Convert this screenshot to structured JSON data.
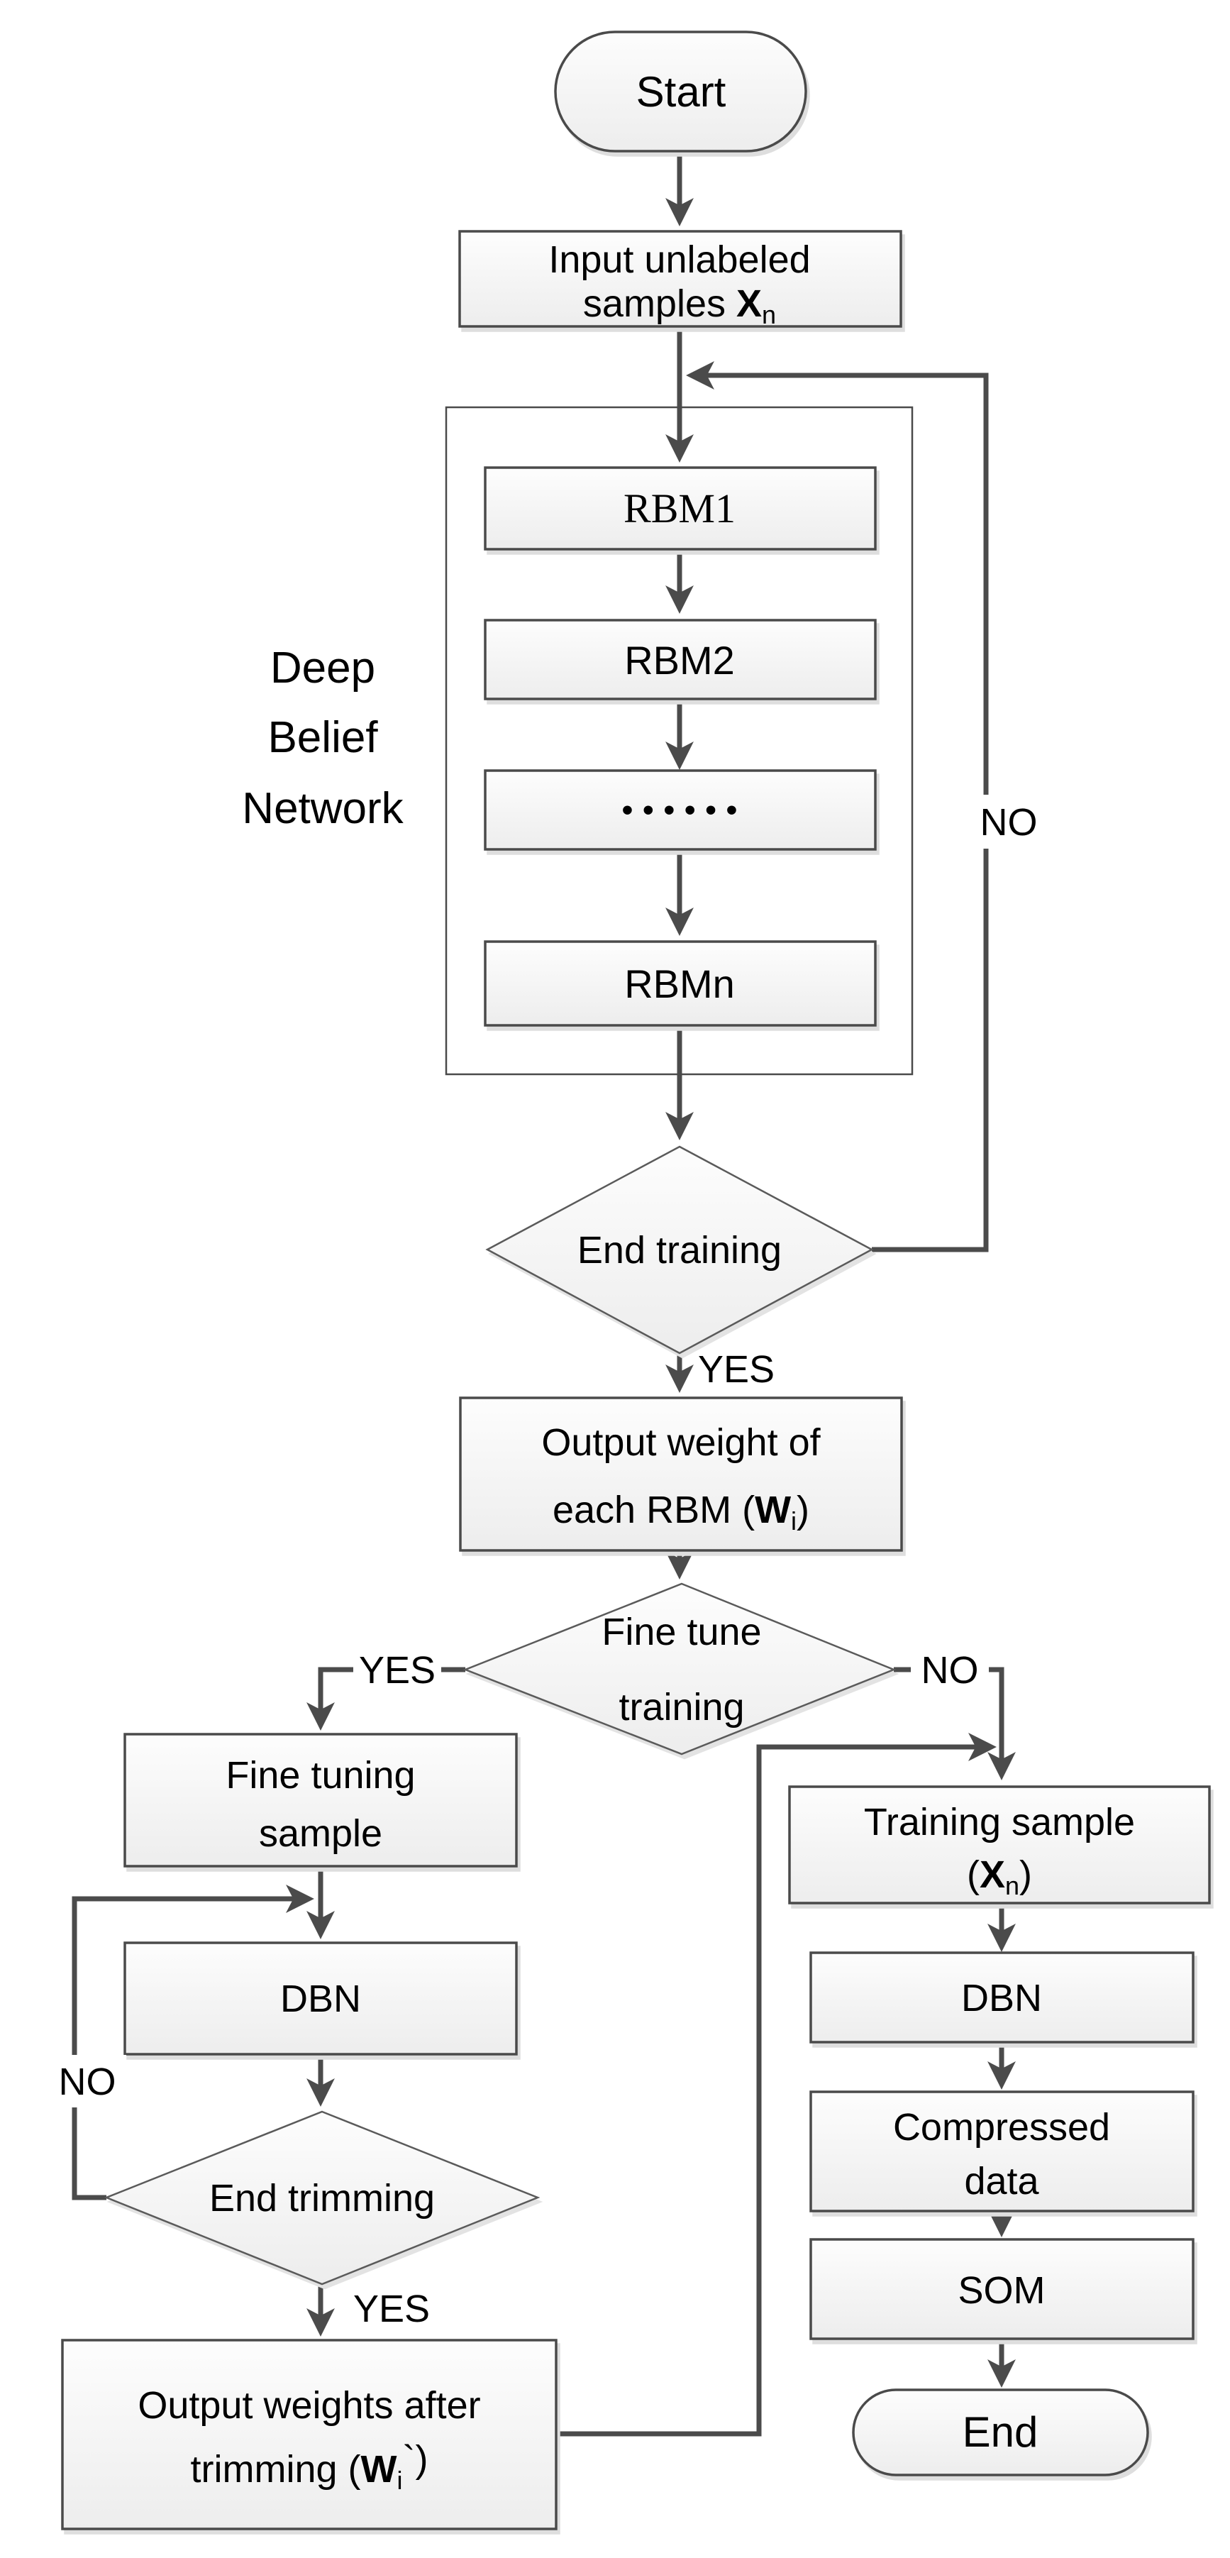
{
  "diagram": {
    "type": "flowchart",
    "title": "DBN-SOM training flowchart",
    "nodes": {
      "start": {
        "label": "Start"
      },
      "input_samples": {
        "line1": "Input unlabeled",
        "line2": {
          "prefix": "samples ",
          "var": "X",
          "sub": "n",
          "suffix": ""
        }
      },
      "dbn_group_label": {
        "line1": "Deep",
        "line2": "Belief",
        "line3": "Network"
      },
      "rbm1": {
        "label": "RBM1"
      },
      "rbm2": {
        "label": "RBM2"
      },
      "rbm_dots": {
        "label": "••••••"
      },
      "rbmn": {
        "label": "RBMn"
      },
      "end_training": {
        "label": "End training"
      },
      "output_weight": {
        "line1": "Output weight of",
        "line2": {
          "prefix": "each RBM (",
          "var": "W",
          "sub": "i",
          "suffix": ")"
        }
      },
      "fine_tune": {
        "line1": "Fine tune",
        "line2": "training"
      },
      "fine_tuning_sample": {
        "line1": "Fine tuning",
        "line2": "sample"
      },
      "dbn_left": {
        "label": "DBN"
      },
      "end_trimming": {
        "label": "End trimming"
      },
      "output_weights_trimmed": {
        "line1": "Output weights after",
        "line2": {
          "prefix": "trimming (",
          "var": "W",
          "sub": "i",
          "suffix": "`)"
        }
      },
      "training_sample": {
        "line1": "Training sample",
        "line2": {
          "prefix": "(",
          "var": "X",
          "sub": "n",
          "suffix": ")"
        }
      },
      "dbn_right": {
        "label": "DBN"
      },
      "compressed_data": {
        "line1": "Compressed",
        "line2": "data"
      },
      "som": {
        "label": "SOM"
      },
      "end": {
        "label": "End"
      }
    },
    "branch_labels": {
      "end_training_yes": "YES",
      "end_training_no": "NO",
      "fine_tune_yes": "YES",
      "fine_tune_no": "NO",
      "end_trimming_yes": "YES",
      "end_trimming_no": "NO"
    },
    "colors": {
      "line": "#4b4b4b",
      "shape_border": "#4a4a4a",
      "shape_fill_top": "#fdfdfd",
      "shape_fill_bottom": "#ededed",
      "text": "#000000",
      "background": "#ffffff"
    }
  }
}
